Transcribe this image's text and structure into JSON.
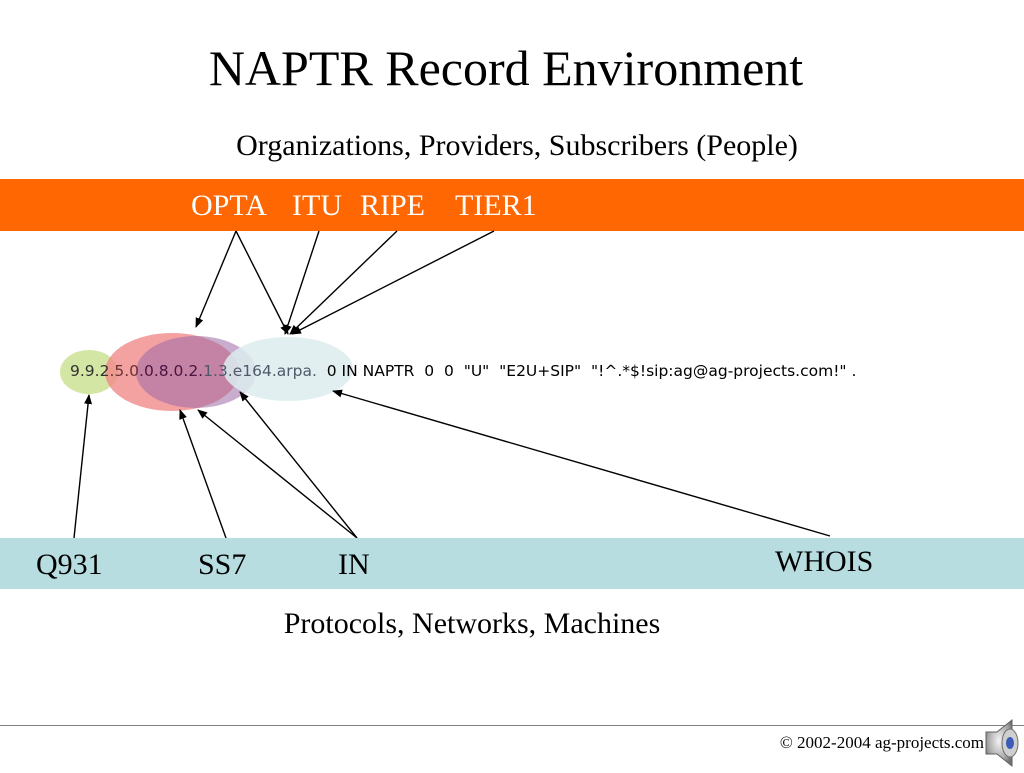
{
  "slide": {
    "title": "NAPTR Record Environment",
    "subtitle": "Organizations, Providers, Subscribers (People)",
    "organizations": [
      "OPTA",
      "ITU",
      "RIPE",
      "TIER1"
    ],
    "record": {
      "seg_green": "9.9.2",
      "seg_red": ".5.0",
      "seg_purple": ".0.8.0.2.",
      "seg_blue": "1.3.",
      "seg_domain": "e164.arpa.",
      "rest": "  0 IN NAPTR  0  0  \"U\"  \"E2U+SIP\"  \"!^.*$!sip:ag@ag-projects.com!\" ."
    },
    "protocols": [
      "Q931",
      "SS7",
      "IN",
      "WHOIS"
    ],
    "caption": "Protocols, Networks, Machines",
    "copyright": "© 2002-2004 ag-projects.com",
    "speaker_icon": "speaker-icon"
  },
  "colors": {
    "orange_band": "#fe6702",
    "blue_band": "#b7dde1",
    "ellipse_green": "#cfe39a",
    "ellipse_red": "#f08a8a",
    "ellipse_purple": "#b58ab8",
    "ellipse_blue": "#dcecee"
  }
}
